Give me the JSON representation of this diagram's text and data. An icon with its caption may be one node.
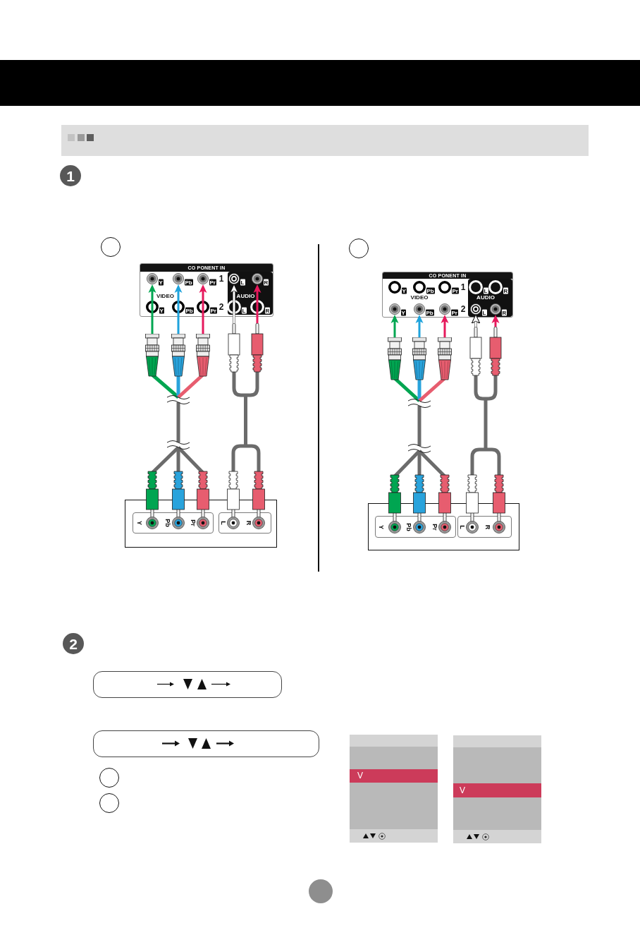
{
  "diagram": {
    "nodes": [
      {
        "text": [
          "1"
        ]
      },
      {
        "text": [],
        "shape": "circle"
      },
      {
        "text": [
          "CO PONENT IN",
          "1",
          "VIDEO",
          "2"
        ]
      },
      {
        "text": [
          "AUDIO"
        ],
        "in": 2
      },
      {
        "text": [],
        "shape": "circle",
        "beside": [
          "Y"
        ],
        "in": 2
      },
      {
        "text": [],
        "shape": "circle",
        "beside": [
          "Pb"
        ],
        "in": 2
      },
      {
        "text": [],
        "shape": "circle",
        "beside": [
          "Pr"
        ],
        "in": 2
      },
      {
        "text": [],
        "shape": "circle",
        "beside": [
          "L"
        ],
        "in": 3
      },
      {
        "text": [],
        "shape": "circle",
        "beside": [
          "R"
        ],
        "in": 3
      },
      {
        "text": [],
        "shape": "circle",
        "beside": [
          "Y"
        ],
        "in": 2
      },
      {
        "text": [],
        "shape": "circle",
        "beside": [
          "Pb"
        ],
        "in": 2
      },
      {
        "text": [],
        "shape": "circle",
        "beside": [
          "Pr"
        ],
        "in": 2
      },
      {
        "text": [],
        "shape": "circle",
        "beside": [
          "L"
        ],
        "in": 3
      },
      {
        "text": [],
        "shape": "circle",
        "beside": [
          "R"
        ],
        "in": 3
      },
      {
        "text": [],
        "shape": "picture"
      },
      {
        "text": [],
        "shape": "picture"
      },
      {
        "text": [],
        "shape": "box"
      },
      {
        "text": [
          "Y",
          "Pb",
          "Pr"
        ],
        "in": 16
      },
      {
        "text": [
          "L",
          "R"
        ],
        "in": 16
      },
      {
        "text": [],
        "shape": "circle"
      },
      {
        "text": [
          "CO PONENT IN",
          "1",
          "VIDEO",
          "2"
        ]
      },
      {
        "text": [
          "AUDIO"
        ],
        "in": 20
      },
      {
        "text": [],
        "shape": "circle",
        "beside": [
          "Y"
        ],
        "in": 20
      },
      {
        "text": [],
        "shape": "circle",
        "beside": [
          "Pb"
        ],
        "in": 20
      },
      {
        "text": [],
        "shape": "circle",
        "beside": [
          "Pr"
        ],
        "in": 20
      },
      {
        "text": [],
        "shape": "circle",
        "beside": [
          "L"
        ],
        "in": 21
      },
      {
        "text": [],
        "shape": "circle",
        "beside": [
          "R"
        ],
        "in": 21
      },
      {
        "text": [],
        "shape": "circle",
        "beside": [
          "Y"
        ],
        "in": 20
      },
      {
        "text": [],
        "shape": "circle",
        "beside": [
          "Pb"
        ],
        "in": 20
      },
      {
        "text": [],
        "shape": "circle",
        "beside": [
          "Pr"
        ],
        "in": 20
      },
      {
        "text": [],
        "shape": "circle",
        "beside": [
          "L"
        ],
        "in": 21
      },
      {
        "text": [],
        "shape": "circle",
        "beside": [
          "R"
        ],
        "in": 21
      },
      {
        "text": [],
        "shape": "picture"
      },
      {
        "text": [],
        "shape": "picture"
      },
      {
        "text": [],
        "shape": "box"
      },
      {
        "text": [
          "Y",
          "Pb",
          "Pr"
        ],
        "in": 34
      },
      {
        "text": [
          "L",
          "R"
        ],
        "in": 34
      },
      {
        "text": [
          "2"
        ]
      },
      {
        "text": [],
        "shape": "box"
      },
      {
        "text": [],
        "shape": "box"
      },
      {
        "text": [],
        "shape": "circle"
      },
      {
        "text": [],
        "shape": "circle"
      },
      {
        "text": [
          "V"
        ]
      },
      {
        "text": [
          "V"
        ]
      },
      {
        "text": [],
        "shape": "circle"
      }
    ],
    "edges": [
      {
        "from": 14,
        "to": 4,
        "arrow": "to",
        "color": "#00a651"
      },
      {
        "from": 14,
        "to": 5,
        "arrow": "to",
        "color": "#1fa3dc"
      },
      {
        "from": 14,
        "to": 6,
        "arrow": "to",
        "color": "#e6195c"
      },
      {
        "from": 15,
        "to": 7,
        "arrow": "to",
        "color": "#ffffff"
      },
      {
        "from": 15,
        "to": 8,
        "arrow": "to",
        "color": "#e6195c"
      },
      {
        "from": 32,
        "to": 27,
        "arrow": "to",
        "color": "#00a651"
      },
      {
        "from": 32,
        "to": 28,
        "arrow": "to",
        "color": "#1fa3dc"
      },
      {
        "from": 32,
        "to": 29,
        "arrow": "to",
        "color": "#e6195c"
      },
      {
        "from": 33,
        "to": 30,
        "arrow": "to",
        "color": "#ffffff"
      },
      {
        "from": 33,
        "to": 31,
        "arrow": "to",
        "color": "#e6195c"
      }
    ]
  }
}
